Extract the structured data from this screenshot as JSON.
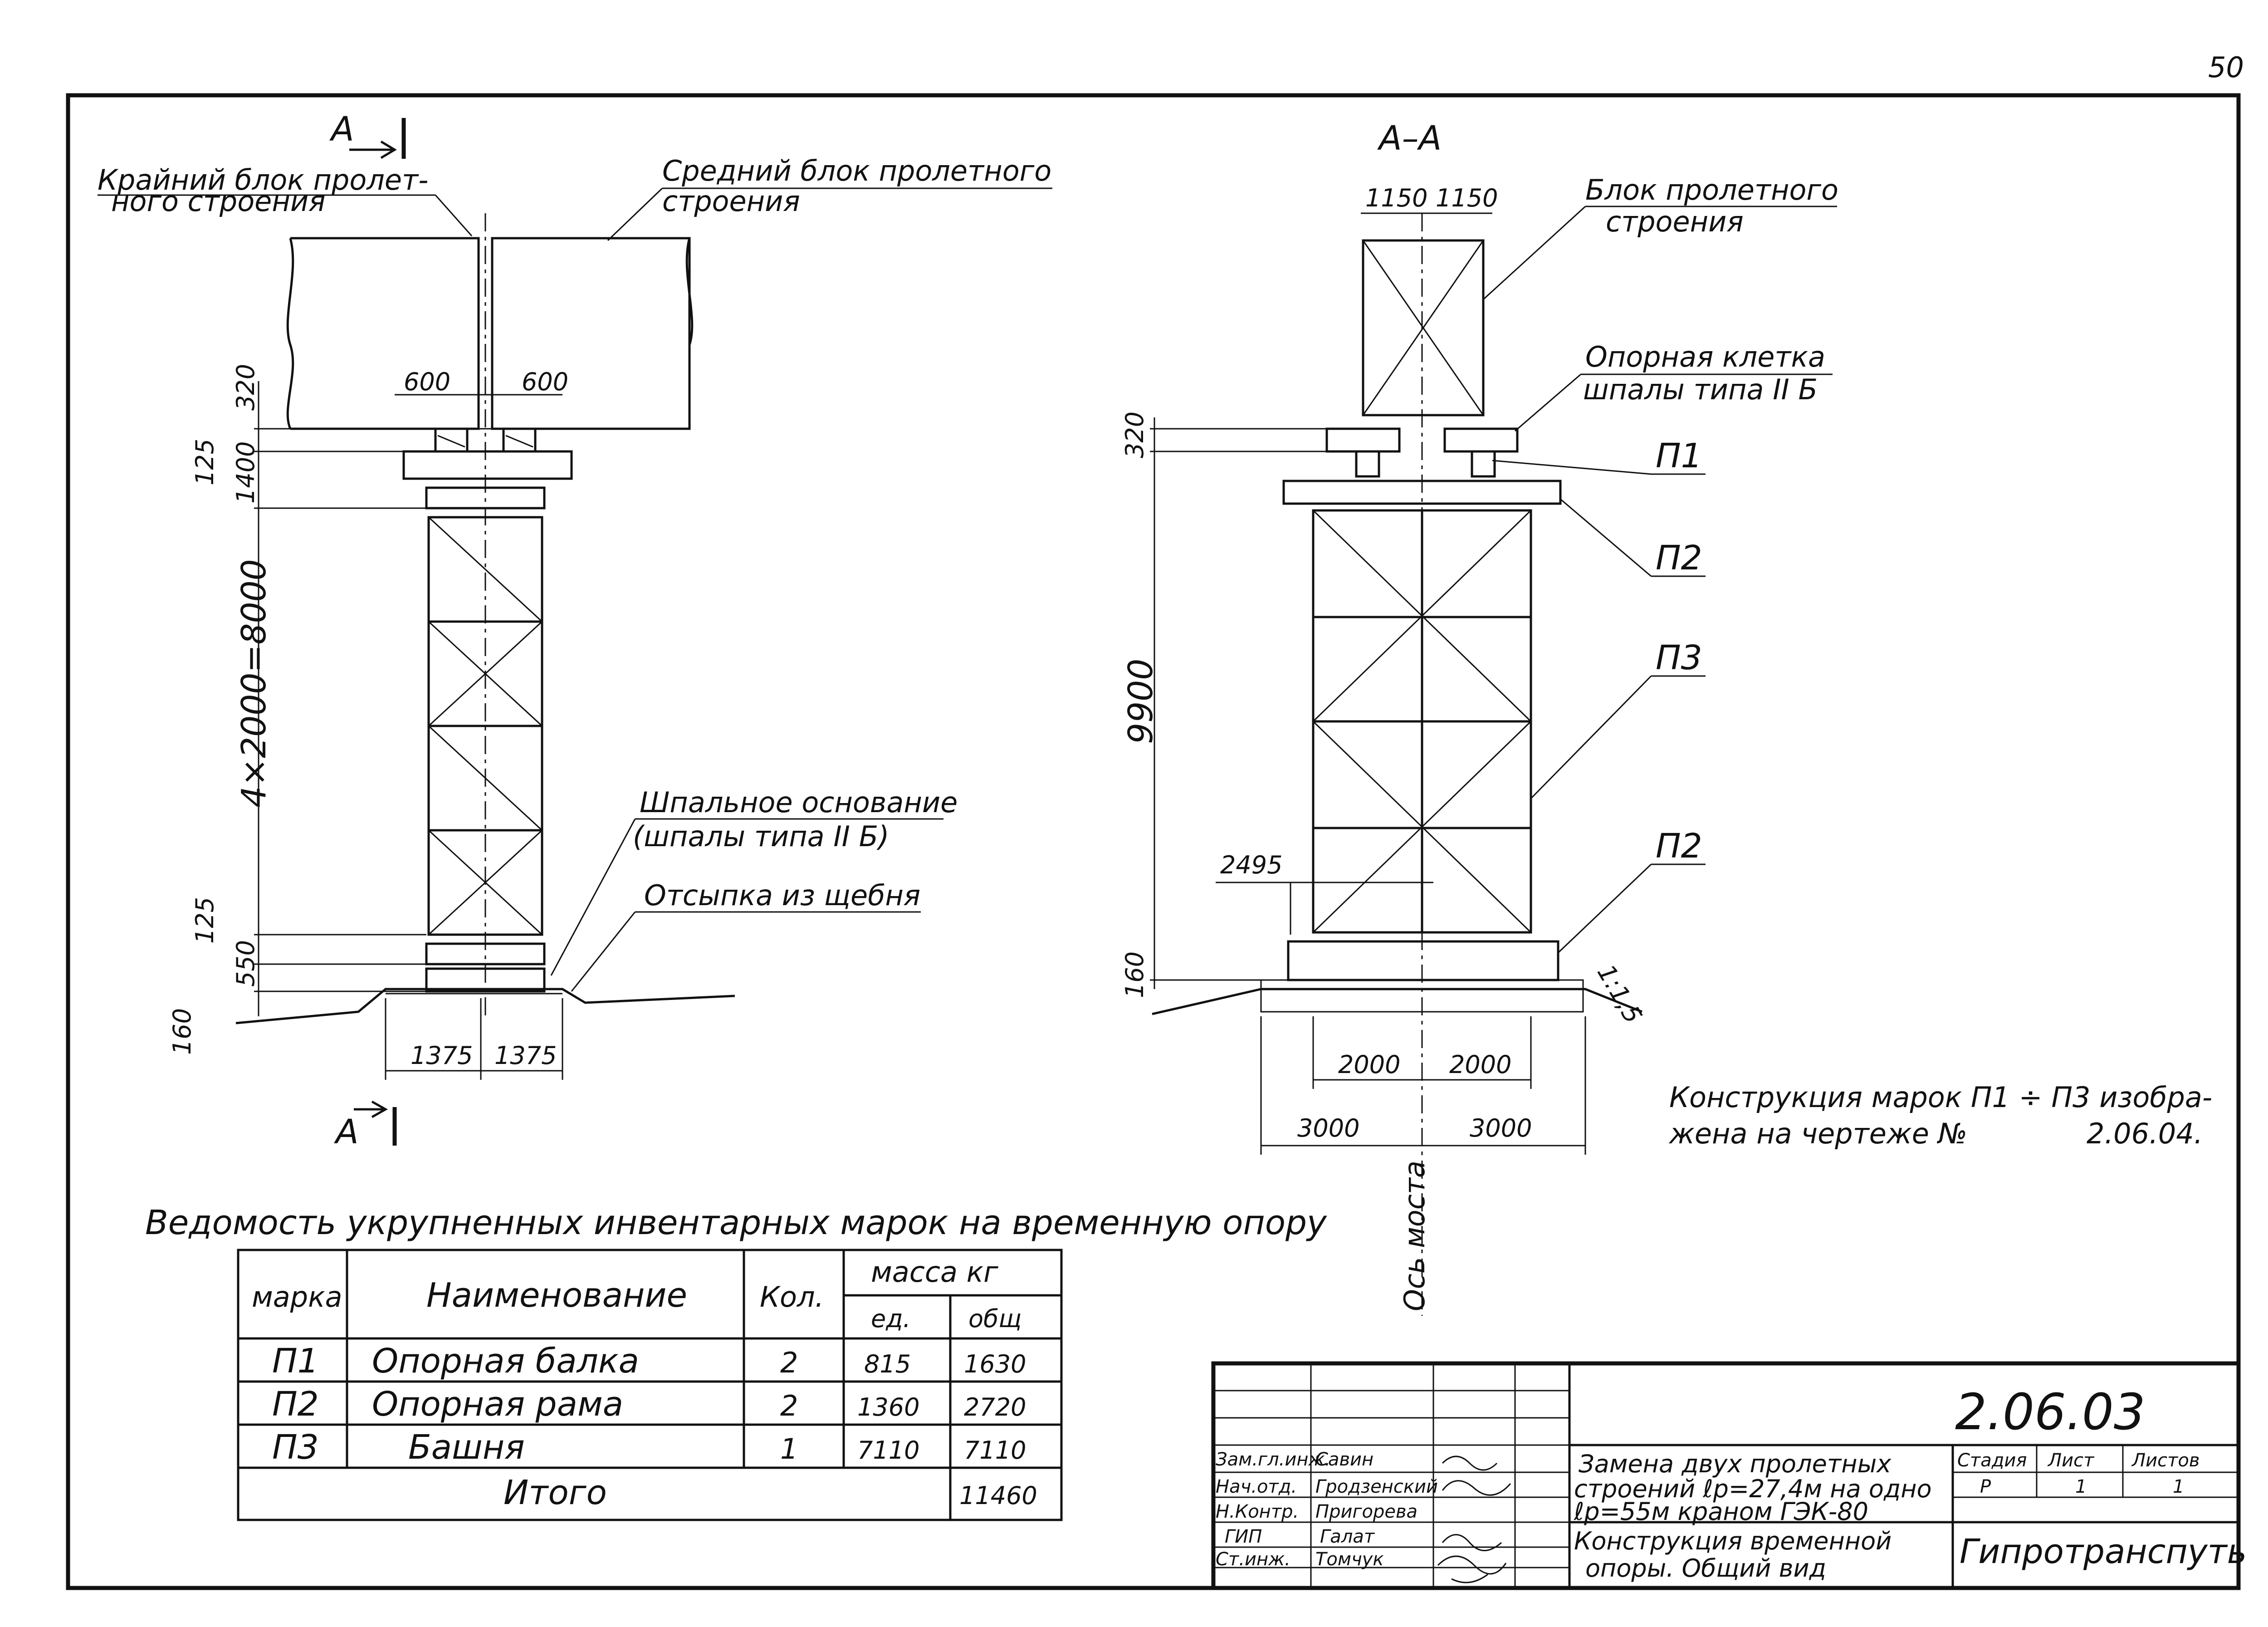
{
  "sheet_page": "50",
  "section_mark": "А",
  "section_title": "А–А",
  "left_view": {
    "label_end_block": "Крайний блок пролет-\nного строения",
    "label_mid_block": "Средний блок пролетного\nстроения",
    "label_sleeper_base": "Шпальное основание\n(шпалы типа II Б)",
    "label_gravel": "Отсыпка из щебня",
    "dims": {
      "d600_left": "600",
      "d600_right": "600",
      "d320": "320",
      "d125_top": "125",
      "d1400": "1400",
      "d_height": "4×2000=8000",
      "d125_bot": "125",
      "d550": "550",
      "d160": "160",
      "d1375_left": "1375",
      "d1375_right": "1375"
    }
  },
  "right_view": {
    "label_block": "Блок пролетного\nстроения",
    "label_cage": "Опорная клетка\nшпалы типа II Б",
    "marks": [
      "П1",
      "П2",
      "П3",
      "П2"
    ],
    "dims": {
      "d1150_left": "1150",
      "d1150_right": "1150",
      "d320": "320",
      "d9900": "9900",
      "d2495": "2495",
      "d160": "160",
      "slope": "1:1,5",
      "d2000_left": "2000",
      "d2000_right": "2000",
      "d3000_left": "3000",
      "d3000_right": "3000"
    },
    "axis_label": "Ось моста"
  },
  "note": {
    "line1": "Конструкция марок П1 ÷ П3 изобра-",
    "line2": "жена на чертеже №",
    "ref": "2.06.04."
  },
  "table": {
    "title": "Ведомость укрупненных инвентарных марок на временную опору",
    "headers": {
      "mark": "марка",
      "name": "Наименование",
      "qty": "Кол.",
      "mass": "масса  кг",
      "unit": "ед.",
      "total": "общ"
    },
    "rows": [
      {
        "mark": "П1",
        "name": "Опорная балка",
        "qty": "2",
        "unit": "815",
        "total": "1630"
      },
      {
        "mark": "П2",
        "name": "Опорная рама",
        "qty": "2",
        "unit": "1360",
        "total": "2720"
      },
      {
        "mark": "П3",
        "name": "Башня",
        "qty": "1",
        "unit": "7110",
        "total": "7110"
      }
    ],
    "sum_label": "Итого",
    "sum_value": "11460"
  },
  "stamp": {
    "doc_number": "2.06.03",
    "people": [
      {
        "role": "Зам.гл.инж.",
        "name": "Савин"
      },
      {
        "role": "Нач.отд.",
        "name": "Гродзенский"
      },
      {
        "role": "Н.Контр.",
        "name": "Пригорева"
      },
      {
        "role": "ГИП",
        "name": "Галат"
      },
      {
        "role": "Ст.инж.",
        "name": "Томчук"
      }
    ],
    "title_line1": "Замена двух пролетных",
    "title_line2": "строений ℓр=27,4м на одно",
    "title_line3": "ℓр=55м краном ГЭК-80",
    "sub_line1": "Конструкция временной",
    "sub_line2": "опоры. Общий вид",
    "h_stage": "Стадия",
    "h_sheet": "Лист",
    "h_sheets": "Листов",
    "v_stage": "Р",
    "v_sheet": "1",
    "v_sheets": "1",
    "org": "Гипротранспуть"
  }
}
